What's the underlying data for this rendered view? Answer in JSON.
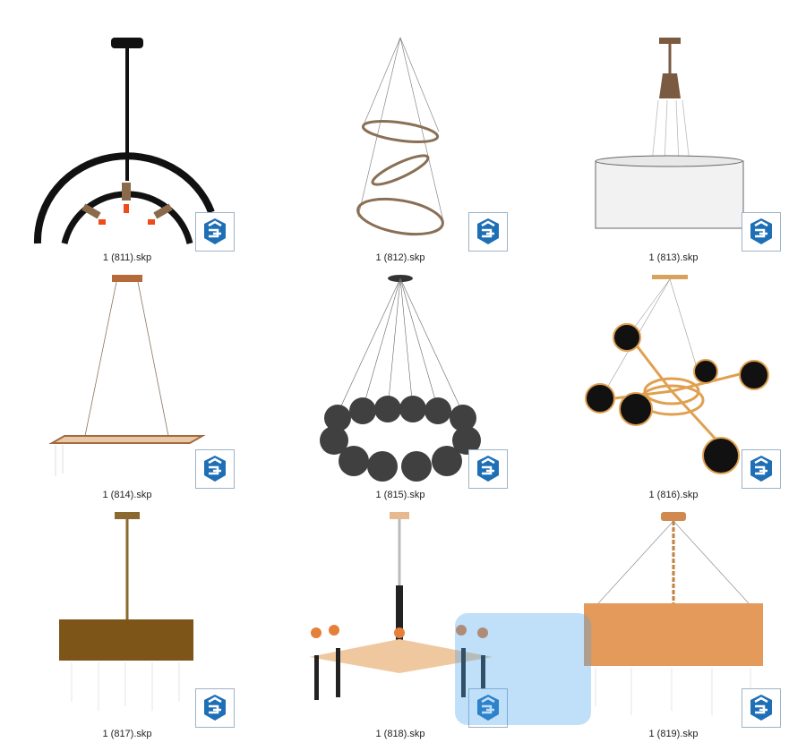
{
  "files": [
    {
      "name": "1 (811).skp",
      "icon": "sketchup-icon"
    },
    {
      "name": "1 (812).skp",
      "icon": "sketchup-icon"
    },
    {
      "name": "1 (813).skp",
      "icon": "sketchup-icon"
    },
    {
      "name": "1 (814).skp",
      "icon": "sketchup-icon"
    },
    {
      "name": "1 (815).skp",
      "icon": "sketchup-icon"
    },
    {
      "name": "1 (816).skp",
      "icon": "sketchup-icon"
    },
    {
      "name": "1 (817).skp",
      "icon": "sketchup-icon"
    },
    {
      "name": "1 (818).skp",
      "icon": "sketchup-icon"
    },
    {
      "name": "1 (819).skp",
      "icon": "sketchup-icon"
    }
  ],
  "colors": {
    "sketchup_blue": "#1e6fb5",
    "watermark": "#4aa7ee"
  }
}
